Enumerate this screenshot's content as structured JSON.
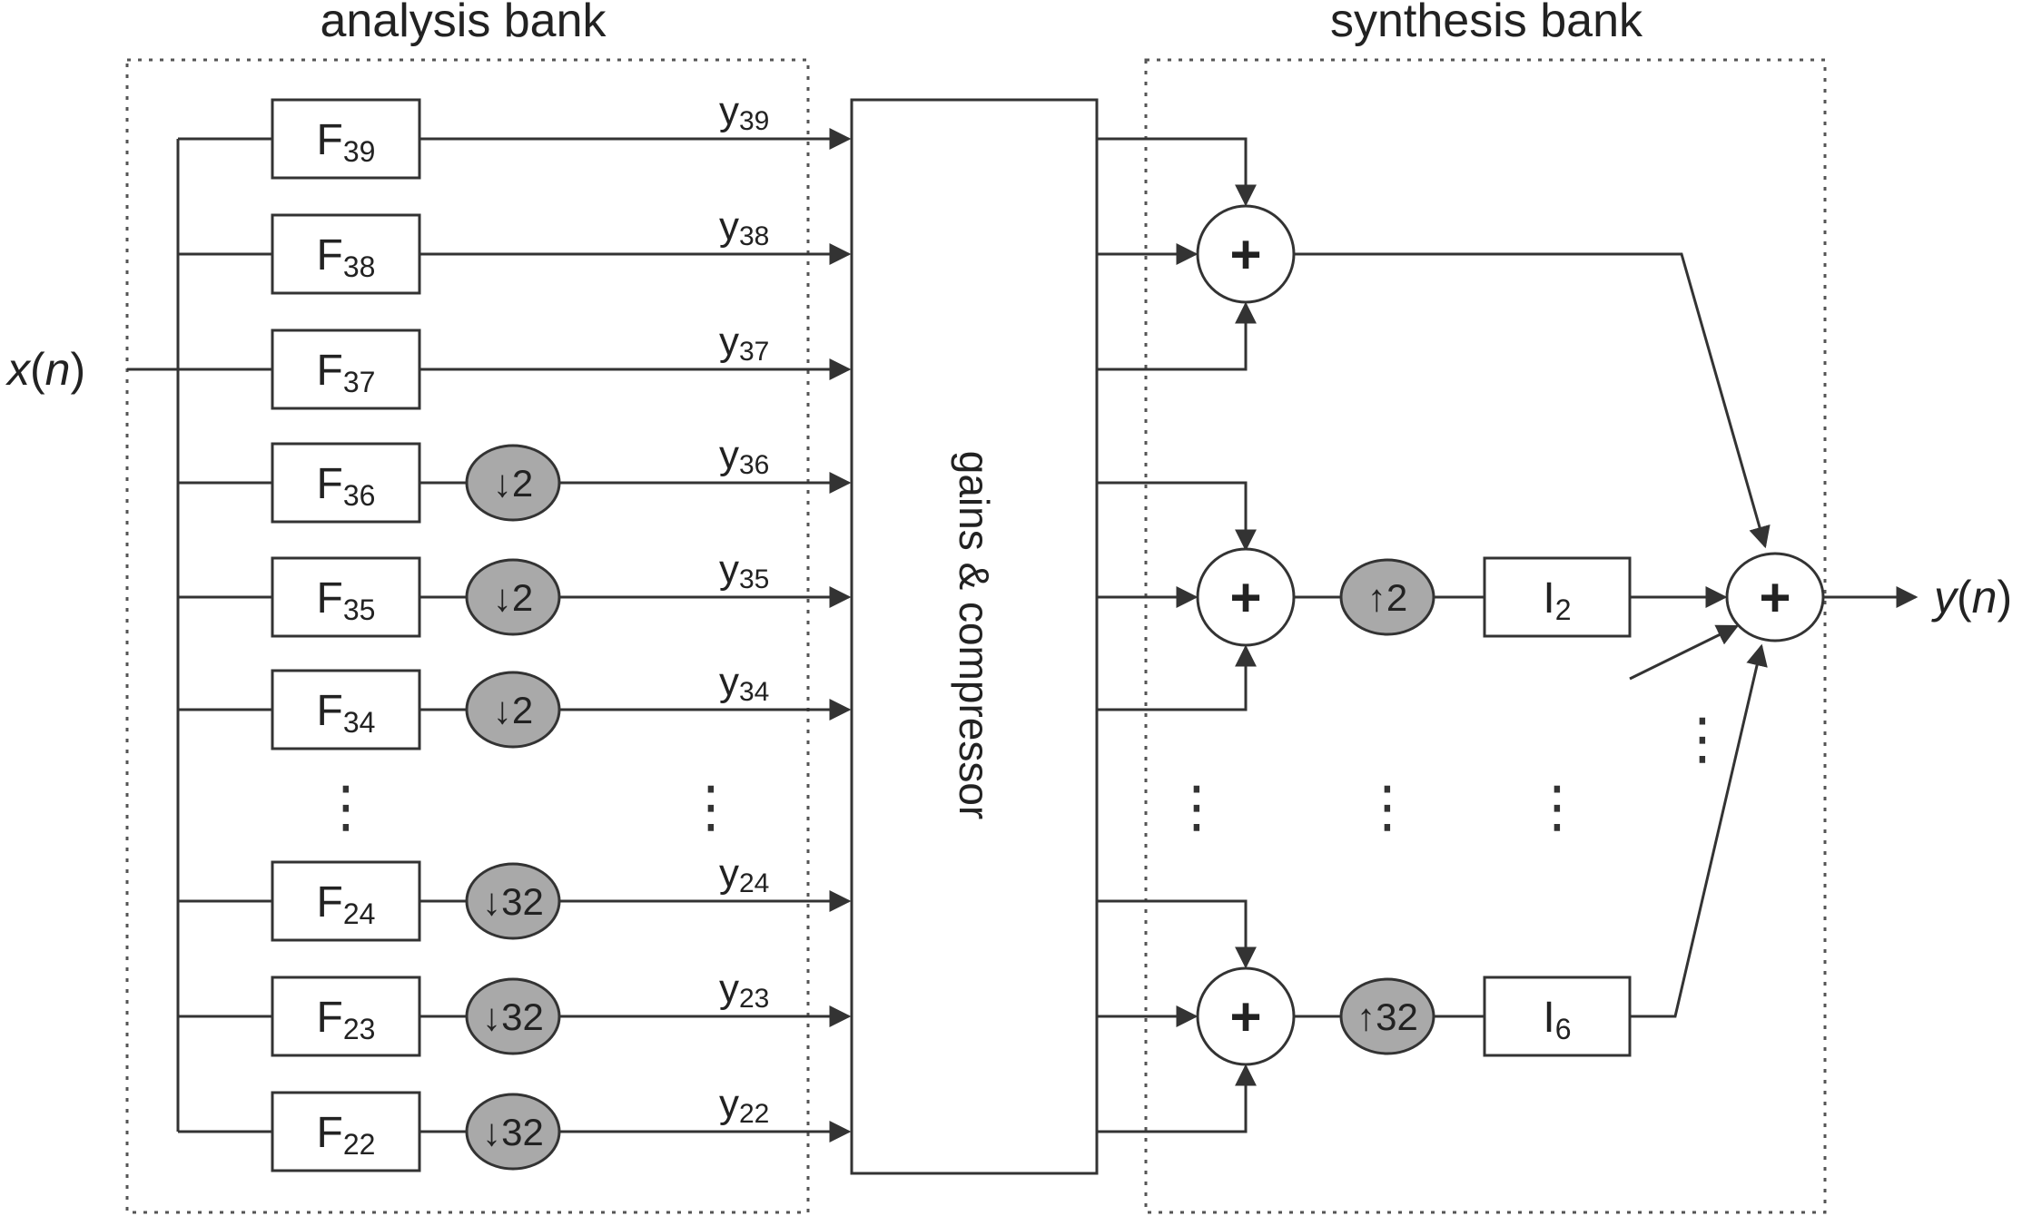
{
  "titles": {
    "analysis": "analysis bank",
    "synthesis": "synthesis bank"
  },
  "input": {
    "x": "x",
    "n": "n"
  },
  "output": {
    "y": "y",
    "n": "n"
  },
  "filters": [
    {
      "base": "F",
      "sub": "39",
      "decimator": null,
      "signal_base": "y",
      "signal_sub": "39"
    },
    {
      "base": "F",
      "sub": "38",
      "decimator": null,
      "signal_base": "y",
      "signal_sub": "38"
    },
    {
      "base": "F",
      "sub": "37",
      "decimator": null,
      "signal_base": "y",
      "signal_sub": "37"
    },
    {
      "base": "F",
      "sub": "36",
      "decimator": "↓2",
      "signal_base": "y",
      "signal_sub": "36"
    },
    {
      "base": "F",
      "sub": "35",
      "decimator": "↓2",
      "signal_base": "y",
      "signal_sub": "35"
    },
    {
      "base": "F",
      "sub": "34",
      "decimator": "↓2",
      "signal_base": "y",
      "signal_sub": "34"
    },
    {
      "base": "F",
      "sub": "24",
      "decimator": "↓32",
      "signal_base": "y",
      "signal_sub": "24"
    },
    {
      "base": "F",
      "sub": "23",
      "decimator": "↓32",
      "signal_base": "y",
      "signal_sub": "23"
    },
    {
      "base": "F",
      "sub": "22",
      "decimator": "↓32",
      "signal_base": "y",
      "signal_sub": "22"
    }
  ],
  "gain_block": "gains & compressor",
  "synthesis": {
    "adder_symbol": "+",
    "mid_interpolator": "↑2",
    "mid_filter": {
      "base": "I",
      "sub": "2"
    },
    "low_interpolator": "↑32",
    "low_filter": {
      "base": "I",
      "sub": "6"
    }
  },
  "ellipsis": "⋮"
}
